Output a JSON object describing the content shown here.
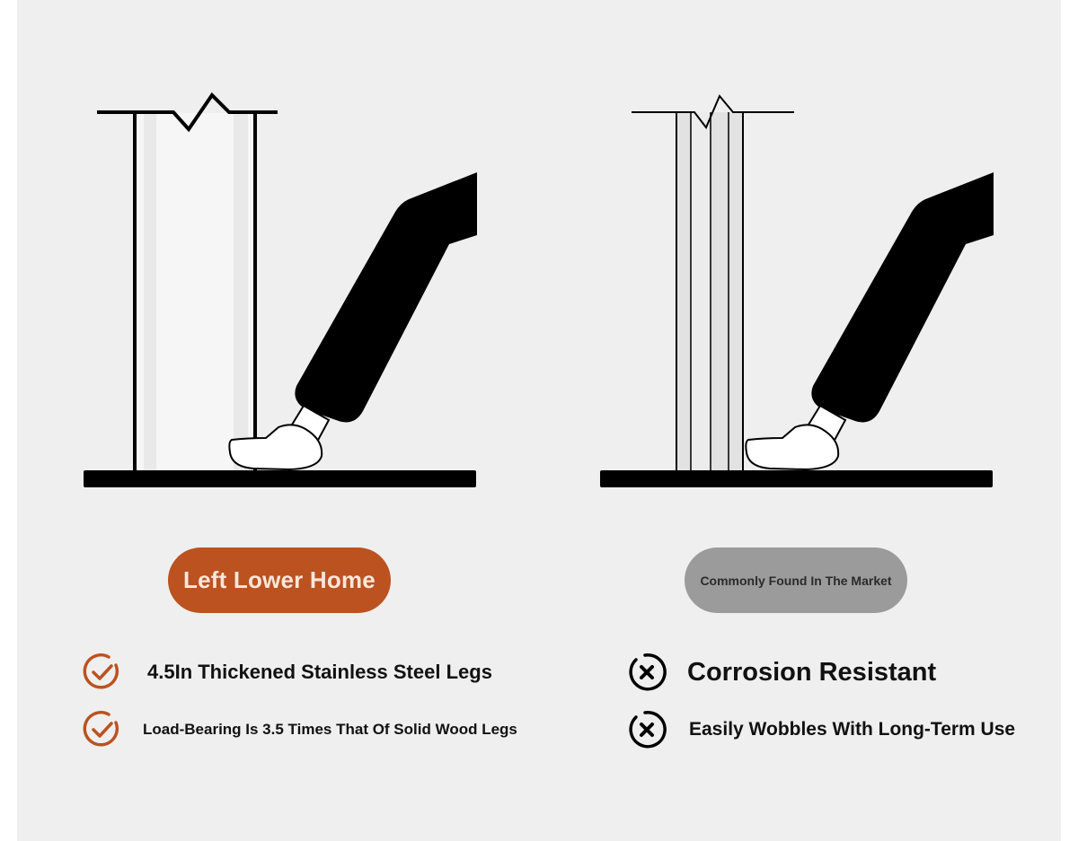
{
  "left_product": {
    "badge_label": "Left Lower Home",
    "features": [
      {
        "icon": "check-circle-icon",
        "text": "4.5In Thickened Stainless Steel Legs"
      },
      {
        "icon": "check-circle-icon",
        "text": "Load-Bearing Is 3.5 Times That Of Solid Wood Legs"
      }
    ]
  },
  "right_product": {
    "badge_label": "Commonly Found In The Market",
    "features": [
      {
        "icon": "x-circle-icon",
        "text": "Corrosion Resistant"
      },
      {
        "icon": "x-circle-icon",
        "text": "Easily Wobbles With Long-Term Use"
      }
    ]
  },
  "colors": {
    "background": "#efefef",
    "accent": "#bb5220",
    "badge_grey": "#9b9b9b",
    "ink": "#000000"
  }
}
